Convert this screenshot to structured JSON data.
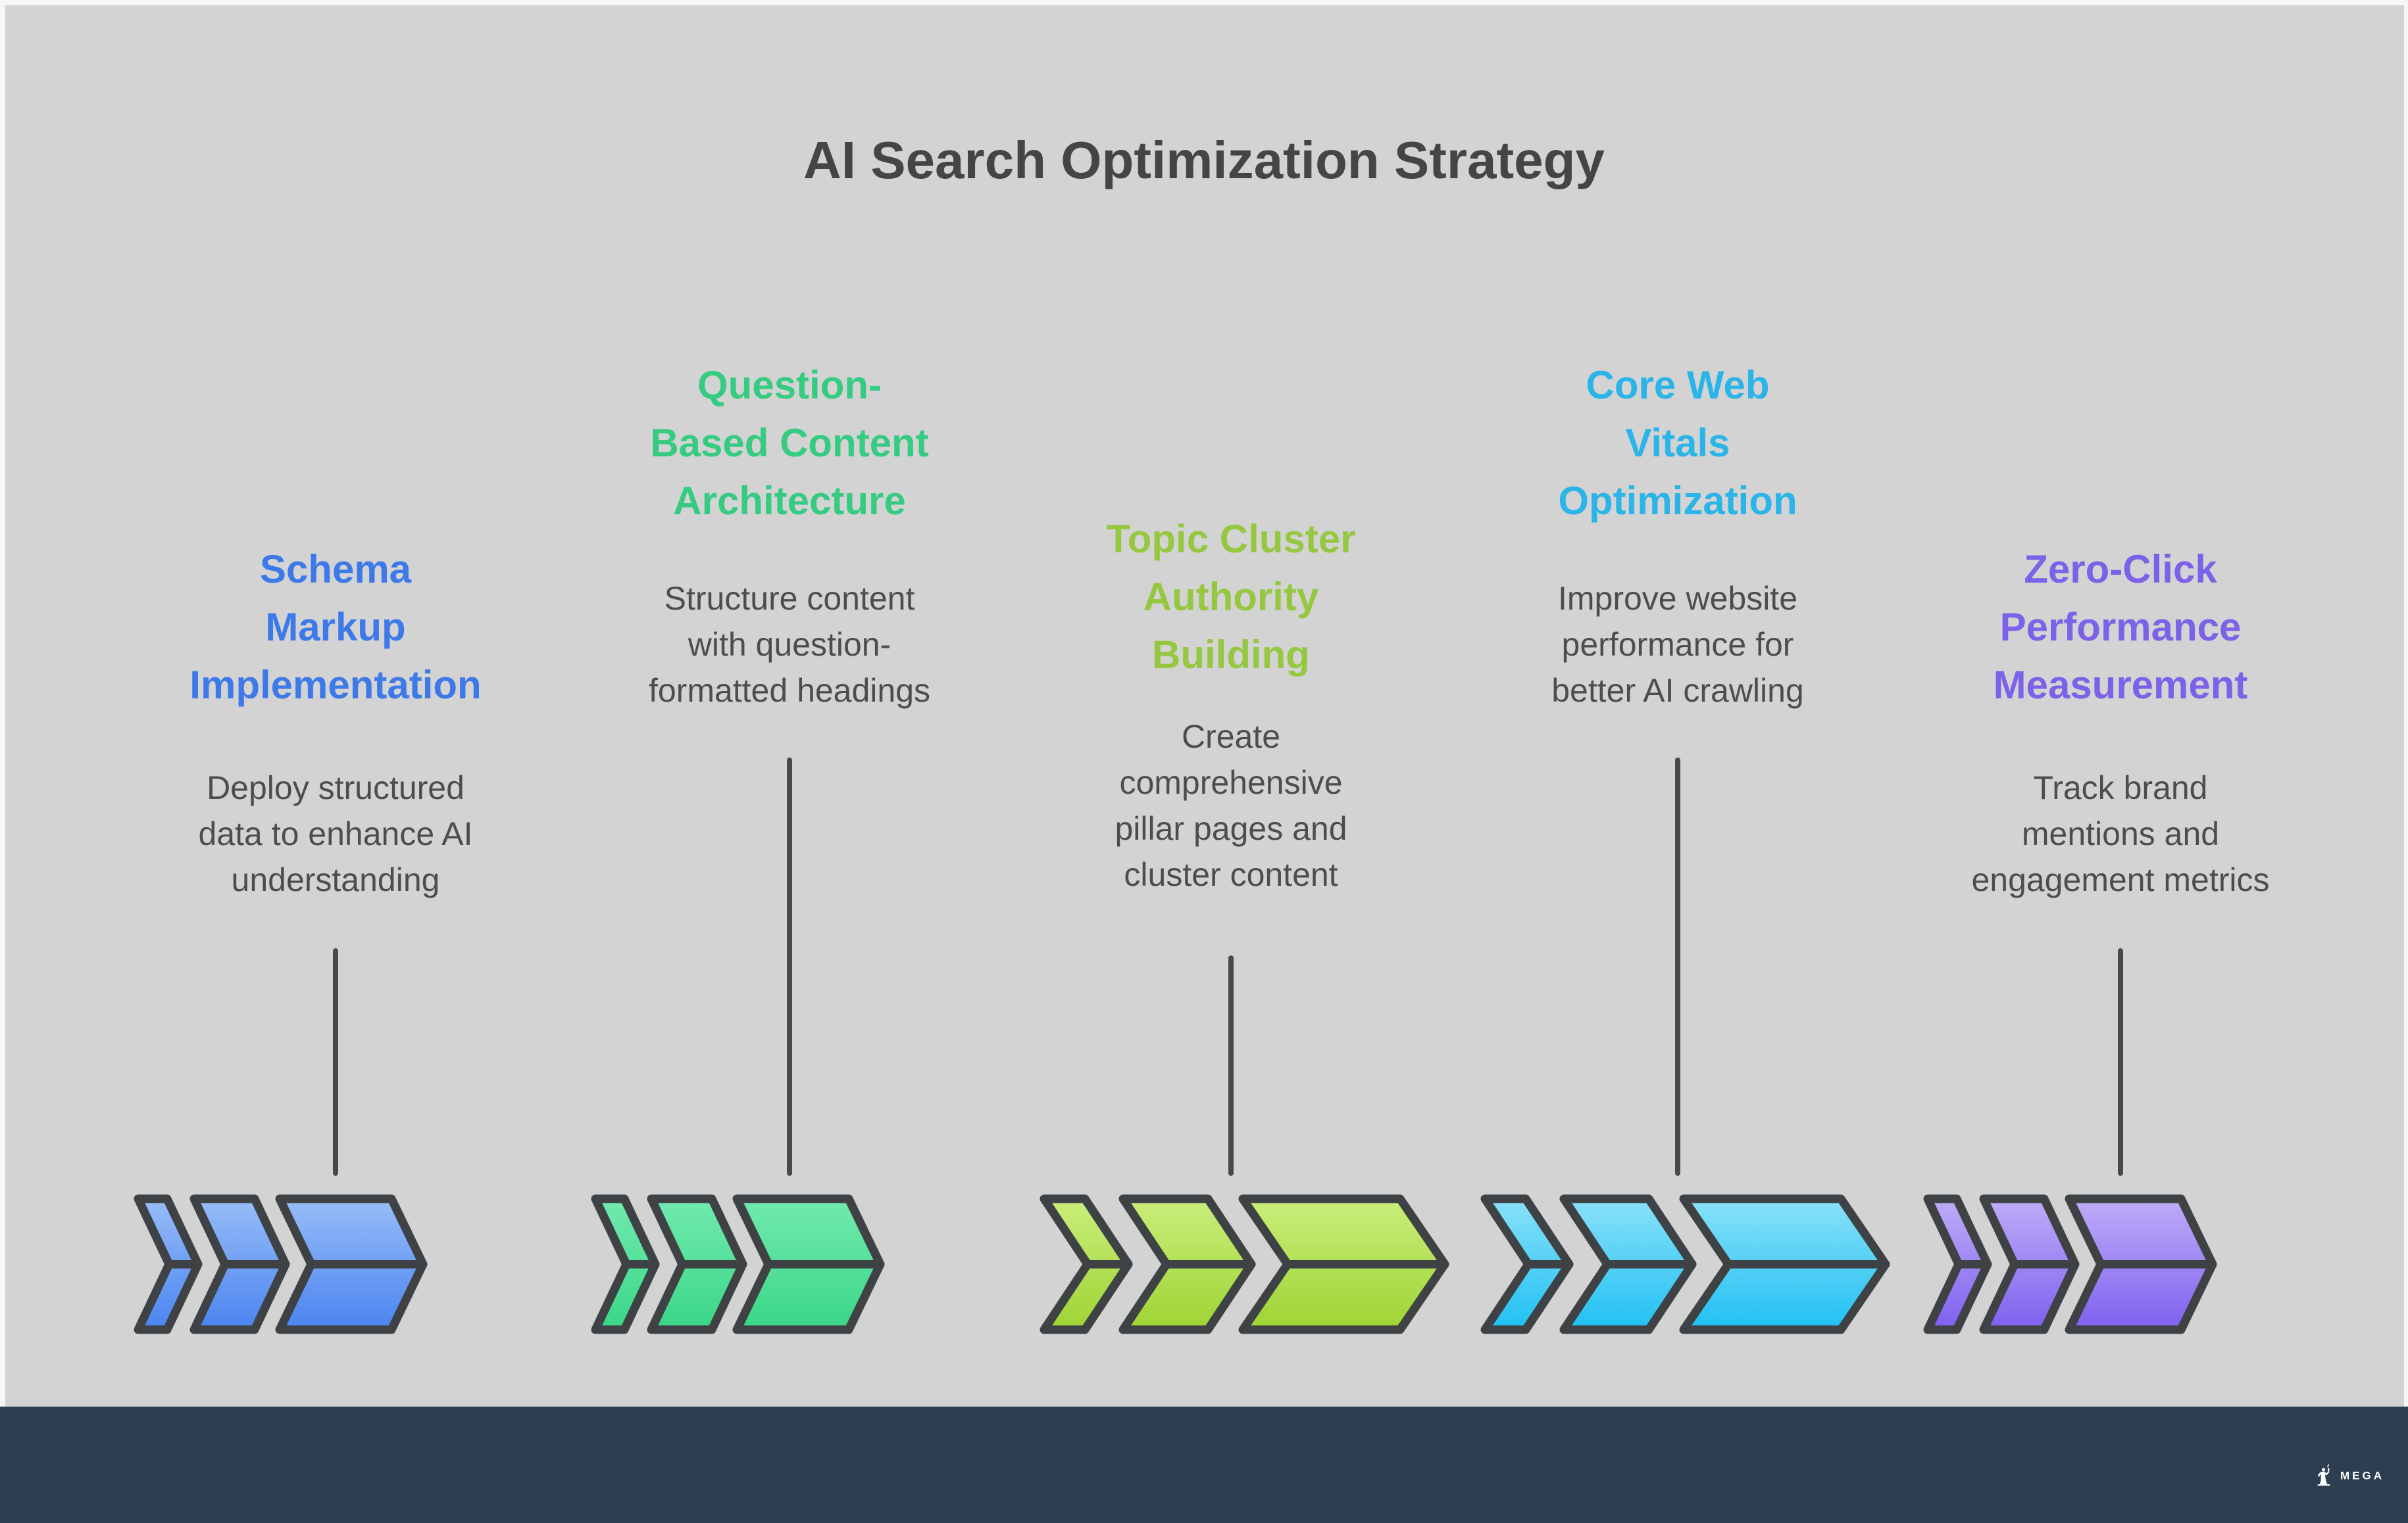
{
  "title": "AI Search Optimization Strategy",
  "brand": {
    "name": "MEGA",
    "icon": "statue-icon"
  },
  "colors": {
    "background": "#D3D3D4",
    "page_border": "#F6F6F6",
    "footer": "#2C3E50",
    "title_text": "#454545",
    "description_text": "#4D4D4D",
    "connector_line": "#474A4C",
    "chevron_outline": "#3F4245"
  },
  "columns": [
    {
      "id": "schema-markup-implementation",
      "heading": "Schema\nMarkup\nImplementation",
      "description": "Deploy structured\ndata to enhance AI\nunderstanding",
      "heading_color": "#3D79E8",
      "chevron_gradient": [
        "#98BDF8",
        "#4A84F0"
      ]
    },
    {
      "id": "question-based-content-architecture",
      "heading": "Question-\nBased Content\nArchitecture",
      "description": "Structure content\nwith question-\nformatted headings",
      "heading_color": "#35CB80",
      "chevron_gradient": [
        "#72EAAF",
        "#3AD686"
      ]
    },
    {
      "id": "topic-cluster-authority-building",
      "heading": "Topic Cluster\nAuthority\nBuilding",
      "description": "Create\ncomprehensive\npillar pages and\ncluster content",
      "heading_color": "#95C840",
      "chevron_gradient": [
        "#CAEE7B",
        "#9ED434"
      ]
    },
    {
      "id": "core-web-vitals-optimization",
      "heading": "Core Web\nVitals\nOptimization",
      "description": "Improve website\nperformance for\nbetter AI crawling",
      "heading_color": "#2AB4E8",
      "chevron_gradient": [
        "#8AE1F8",
        "#20C0F4"
      ]
    },
    {
      "id": "zero-click-performance-measurement",
      "heading": "Zero-Click\nPerformance\nMeasurement",
      "description": "Track brand\nmentions and\nengagement metrics",
      "heading_color": "#7C61E9",
      "chevron_gradient": [
        "#BFADF8",
        "#7E60EF"
      ]
    }
  ]
}
